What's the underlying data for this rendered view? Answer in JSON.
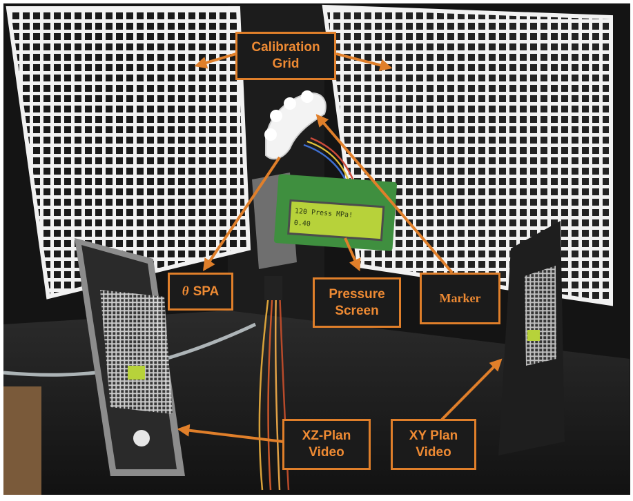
{
  "photo": {
    "lcd": {
      "line1": "120 Press MPa!",
      "line2": "0.40"
    }
  },
  "labels": {
    "calibration_grid": {
      "line1": "Calibration",
      "line2": "Grid"
    },
    "theta_spa": {
      "symbol": "θ",
      "text": "SPA"
    },
    "pressure_screen": {
      "line1": "Pressure",
      "line2": "Screen"
    },
    "marker": {
      "text": "Marker"
    },
    "xz_plan_video": {
      "line1": "XZ-Plan",
      "line2": "Video"
    },
    "xy_plan_video": {
      "line1": "XY Plan",
      "line2": "Video"
    }
  },
  "colors": {
    "annotation_orange": "#e07f2a",
    "label_bg": "#1b1b1b",
    "grid_white": "#f2f2f2",
    "panel_black": "#151515",
    "lcd_green": "#b7d23a"
  }
}
